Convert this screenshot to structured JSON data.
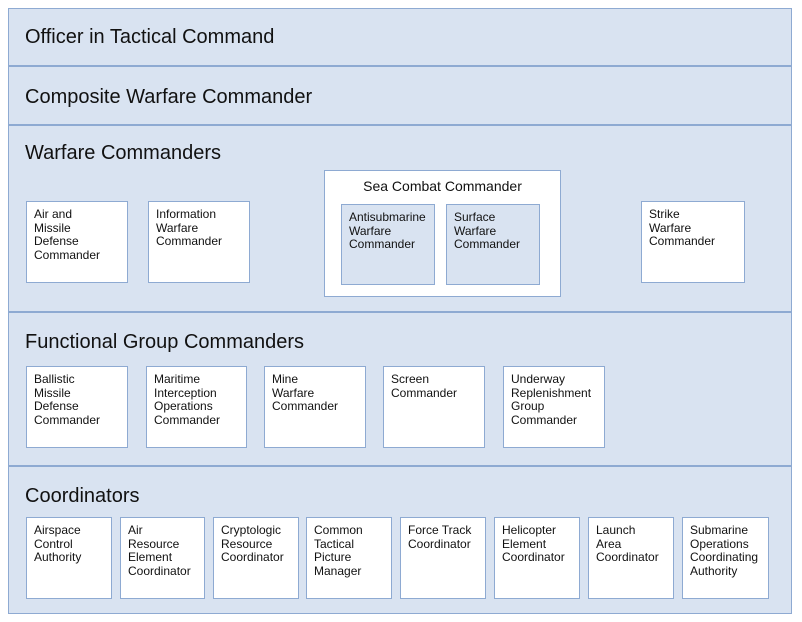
{
  "bands": {
    "otc": {
      "title": "Officer in Tactical Command"
    },
    "cwc": {
      "title": "Composite Warfare Commander"
    },
    "warfare": {
      "title": "Warfare Commanders",
      "amd": "Air and\nMissile\nDefense\nCommander",
      "iw": "Information\nWarfare\nCommander",
      "sea_combat": {
        "title": "Sea Combat Commander",
        "asw": "Antisubmarine\nWarfare\nCommander",
        "suw": "Surface\nWarfare\nCommander"
      },
      "strike": "Strike\nWarfare\nCommander"
    },
    "functional": {
      "title": "Functional Group Commanders",
      "bmd": "Ballistic\nMissile\nDefense\nCommander",
      "mio": "Maritime\nInterception\nOperations\nCommander",
      "mine": "Mine\nWarfare\nCommander",
      "screen": "Screen\nCommander",
      "urg": "Underway\nReplenishment\nGroup\nCommander"
    },
    "coordinators": {
      "title": "Coordinators",
      "aca": "Airspace\nControl\nAuthority",
      "arec": "Air\nResource\nElement\nCoordinator",
      "crc": "Cryptologic\nResource\nCoordinator",
      "ctpm": "Common\nTactical\nPicture\nManager",
      "ftc": "Force Track\nCoordinator",
      "hec": "Helicopter\nElement\nCoordinator",
      "lac": "Launch\nArea\nCoordinator",
      "soca": "Submarine\nOperations\nCoordinating\nAuthority"
    }
  }
}
